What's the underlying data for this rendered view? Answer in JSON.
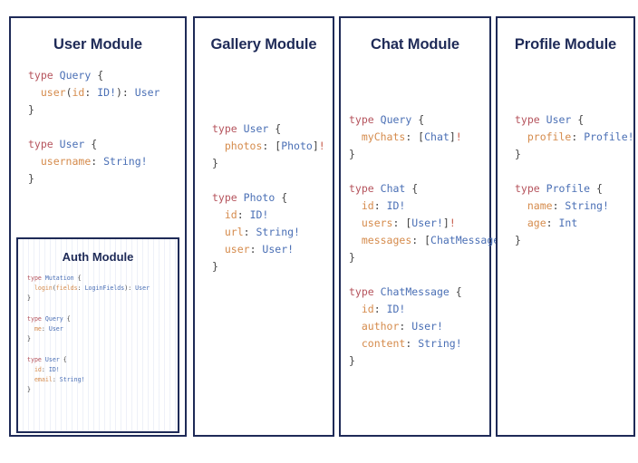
{
  "page": {
    "background": "#ffffff",
    "border_color": "#1e2a57",
    "syntax_colors": {
      "keyword": "#b5535c",
      "type_name": "#4a6fb5",
      "field_name": "#d58b4c",
      "punctuation": "#444444",
      "non_null_bang": "#c75b4a"
    }
  },
  "cards": [
    {
      "id": "user-module",
      "title": "User Module",
      "blocks": [
        {
          "lines": [
            [
              {
                "t": "type",
                "c": "kw"
              },
              {
                "t": " ",
                "c": "pn"
              },
              {
                "t": "Query",
                "c": "tn"
              },
              {
                "t": " {",
                "c": "pn"
              }
            ],
            [
              {
                "t": "  ",
                "c": "pn"
              },
              {
                "t": "user",
                "c": "fd"
              },
              {
                "t": "(",
                "c": "pn"
              },
              {
                "t": "id",
                "c": "fd"
              },
              {
                "t": ": ",
                "c": "pn"
              },
              {
                "t": "ID!",
                "c": "tn"
              },
              {
                "t": "): ",
                "c": "pn"
              },
              {
                "t": "User",
                "c": "tn"
              }
            ],
            [
              {
                "t": "}",
                "c": "pn"
              }
            ]
          ]
        },
        {
          "lines": [
            [
              {
                "t": "type",
                "c": "kw"
              },
              {
                "t": " ",
                "c": "pn"
              },
              {
                "t": "User",
                "c": "tn"
              },
              {
                "t": " {",
                "c": "pn"
              }
            ],
            [
              {
                "t": "  ",
                "c": "pn"
              },
              {
                "t": "username",
                "c": "fd"
              },
              {
                "t": ": ",
                "c": "pn"
              },
              {
                "t": "String!",
                "c": "tn"
              }
            ],
            [
              {
                "t": "}",
                "c": "pn"
              }
            ]
          ]
        }
      ],
      "subcard": {
        "id": "auth-module",
        "title": "Auth Module",
        "blocks": [
          {
            "lines": [
              [
                {
                  "t": "type",
                  "c": "kw"
                },
                {
                  "t": " ",
                  "c": "pn"
                },
                {
                  "t": "Mutation",
                  "c": "tn"
                },
                {
                  "t": " {",
                  "c": "pn"
                }
              ],
              [
                {
                  "t": "  ",
                  "c": "pn"
                },
                {
                  "t": "login",
                  "c": "fd"
                },
                {
                  "t": "(",
                  "c": "pn"
                },
                {
                  "t": "fields",
                  "c": "fd"
                },
                {
                  "t": ": ",
                  "c": "pn"
                },
                {
                  "t": "LoginFields",
                  "c": "tn"
                },
                {
                  "t": "): ",
                  "c": "pn"
                },
                {
                  "t": "User",
                  "c": "tn"
                }
              ],
              [
                {
                  "t": "}",
                  "c": "pn"
                }
              ]
            ]
          },
          {
            "lines": [
              [
                {
                  "t": "type",
                  "c": "kw"
                },
                {
                  "t": " ",
                  "c": "pn"
                },
                {
                  "t": "Query",
                  "c": "tn"
                },
                {
                  "t": " {",
                  "c": "pn"
                }
              ],
              [
                {
                  "t": "  ",
                  "c": "pn"
                },
                {
                  "t": "me",
                  "c": "fd"
                },
                {
                  "t": ": ",
                  "c": "pn"
                },
                {
                  "t": "User",
                  "c": "tn"
                }
              ],
              [
                {
                  "t": "}",
                  "c": "pn"
                }
              ]
            ]
          },
          {
            "lines": [
              [
                {
                  "t": "type",
                  "c": "kw"
                },
                {
                  "t": " ",
                  "c": "pn"
                },
                {
                  "t": "User",
                  "c": "tn"
                },
                {
                  "t": " {",
                  "c": "pn"
                }
              ],
              [
                {
                  "t": "  ",
                  "c": "pn"
                },
                {
                  "t": "id",
                  "c": "fd"
                },
                {
                  "t": ": ",
                  "c": "pn"
                },
                {
                  "t": "ID!",
                  "c": "tn"
                }
              ],
              [
                {
                  "t": "  ",
                  "c": "pn"
                },
                {
                  "t": "email",
                  "c": "fd"
                },
                {
                  "t": ": ",
                  "c": "pn"
                },
                {
                  "t": "String!",
                  "c": "tn"
                }
              ],
              [
                {
                  "t": "}",
                  "c": "pn"
                }
              ]
            ]
          }
        ]
      }
    },
    {
      "id": "gallery-module",
      "title": "Gallery Module",
      "blocks": [
        {
          "lines": [
            [
              {
                "t": "type",
                "c": "kw"
              },
              {
                "t": " ",
                "c": "pn"
              },
              {
                "t": "User",
                "c": "tn"
              },
              {
                "t": " {",
                "c": "pn"
              }
            ],
            [
              {
                "t": "  ",
                "c": "pn"
              },
              {
                "t": "photos",
                "c": "fd"
              },
              {
                "t": ": [",
                "c": "pn"
              },
              {
                "t": "Photo",
                "c": "tn"
              },
              {
                "t": "]",
                "c": "pn"
              },
              {
                "t": "!",
                "c": "bang"
              }
            ],
            [
              {
                "t": "}",
                "c": "pn"
              }
            ]
          ]
        },
        {
          "lines": [
            [
              {
                "t": "type",
                "c": "kw"
              },
              {
                "t": " ",
                "c": "pn"
              },
              {
                "t": "Photo",
                "c": "tn"
              },
              {
                "t": " {",
                "c": "pn"
              }
            ],
            [
              {
                "t": "  ",
                "c": "pn"
              },
              {
                "t": "id",
                "c": "fd"
              },
              {
                "t": ": ",
                "c": "pn"
              },
              {
                "t": "ID!",
                "c": "tn"
              }
            ],
            [
              {
                "t": "  ",
                "c": "pn"
              },
              {
                "t": "url",
                "c": "fd"
              },
              {
                "t": ": ",
                "c": "pn"
              },
              {
                "t": "String!",
                "c": "tn"
              }
            ],
            [
              {
                "t": "  ",
                "c": "pn"
              },
              {
                "t": "user",
                "c": "fd"
              },
              {
                "t": ": ",
                "c": "pn"
              },
              {
                "t": "User!",
                "c": "tn"
              }
            ],
            [
              {
                "t": "}",
                "c": "pn"
              }
            ]
          ]
        }
      ]
    },
    {
      "id": "chat-module",
      "title": "Chat Module",
      "blocks": [
        {
          "lines": [
            [
              {
                "t": "type",
                "c": "kw"
              },
              {
                "t": " ",
                "c": "pn"
              },
              {
                "t": "Query",
                "c": "tn"
              },
              {
                "t": " {",
                "c": "pn"
              }
            ],
            [
              {
                "t": "  ",
                "c": "pn"
              },
              {
                "t": "myChats",
                "c": "fd"
              },
              {
                "t": ": [",
                "c": "pn"
              },
              {
                "t": "Chat",
                "c": "tn"
              },
              {
                "t": "]",
                "c": "pn"
              },
              {
                "t": "!",
                "c": "bang"
              }
            ],
            [
              {
                "t": "}",
                "c": "pn"
              }
            ]
          ]
        },
        {
          "lines": [
            [
              {
                "t": "type",
                "c": "kw"
              },
              {
                "t": " ",
                "c": "pn"
              },
              {
                "t": "Chat",
                "c": "tn"
              },
              {
                "t": " {",
                "c": "pn"
              }
            ],
            [
              {
                "t": "  ",
                "c": "pn"
              },
              {
                "t": "id",
                "c": "fd"
              },
              {
                "t": ": ",
                "c": "pn"
              },
              {
                "t": "ID!",
                "c": "tn"
              }
            ],
            [
              {
                "t": "  ",
                "c": "pn"
              },
              {
                "t": "users",
                "c": "fd"
              },
              {
                "t": ": [",
                "c": "pn"
              },
              {
                "t": "User!",
                "c": "tn"
              },
              {
                "t": "]",
                "c": "pn"
              },
              {
                "t": "!",
                "c": "bang"
              }
            ],
            [
              {
                "t": "  ",
                "c": "pn"
              },
              {
                "t": "messages",
                "c": "fd"
              },
              {
                "t": ": [",
                "c": "pn"
              },
              {
                "t": "ChatMessage",
                "c": "tn"
              },
              {
                "t": "]",
                "c": "pn"
              },
              {
                "t": "!",
                "c": "bang"
              }
            ],
            [
              {
                "t": "}",
                "c": "pn"
              }
            ]
          ]
        },
        {
          "lines": [
            [
              {
                "t": "type",
                "c": "kw"
              },
              {
                "t": " ",
                "c": "pn"
              },
              {
                "t": "ChatMessage",
                "c": "tn"
              },
              {
                "t": " {",
                "c": "pn"
              }
            ],
            [
              {
                "t": "  ",
                "c": "pn"
              },
              {
                "t": "id",
                "c": "fd"
              },
              {
                "t": ": ",
                "c": "pn"
              },
              {
                "t": "ID!",
                "c": "tn"
              }
            ],
            [
              {
                "t": "  ",
                "c": "pn"
              },
              {
                "t": "author",
                "c": "fd"
              },
              {
                "t": ": ",
                "c": "pn"
              },
              {
                "t": "User!",
                "c": "tn"
              }
            ],
            [
              {
                "t": "  ",
                "c": "pn"
              },
              {
                "t": "content",
                "c": "fd"
              },
              {
                "t": ": ",
                "c": "pn"
              },
              {
                "t": "String!",
                "c": "tn"
              }
            ],
            [
              {
                "t": "}",
                "c": "pn"
              }
            ]
          ]
        }
      ]
    },
    {
      "id": "profile-module",
      "title": "Profile Module",
      "blocks": [
        {
          "lines": [
            [
              {
                "t": "type",
                "c": "kw"
              },
              {
                "t": " ",
                "c": "pn"
              },
              {
                "t": "User",
                "c": "tn"
              },
              {
                "t": " {",
                "c": "pn"
              }
            ],
            [
              {
                "t": "  ",
                "c": "pn"
              },
              {
                "t": "profile",
                "c": "fd"
              },
              {
                "t": ": ",
                "c": "pn"
              },
              {
                "t": "Profile!",
                "c": "tn"
              }
            ],
            [
              {
                "t": "}",
                "c": "pn"
              }
            ]
          ]
        },
        {
          "lines": [
            [
              {
                "t": "type",
                "c": "kw"
              },
              {
                "t": " ",
                "c": "pn"
              },
              {
                "t": "Profile",
                "c": "tn"
              },
              {
                "t": " {",
                "c": "pn"
              }
            ],
            [
              {
                "t": "  ",
                "c": "pn"
              },
              {
                "t": "name",
                "c": "fd"
              },
              {
                "t": ": ",
                "c": "pn"
              },
              {
                "t": "String!",
                "c": "tn"
              }
            ],
            [
              {
                "t": "  ",
                "c": "pn"
              },
              {
                "t": "age",
                "c": "fd"
              },
              {
                "t": ": ",
                "c": "pn"
              },
              {
                "t": "Int",
                "c": "tn"
              }
            ],
            [
              {
                "t": "}",
                "c": "pn"
              }
            ]
          ]
        }
      ]
    }
  ]
}
